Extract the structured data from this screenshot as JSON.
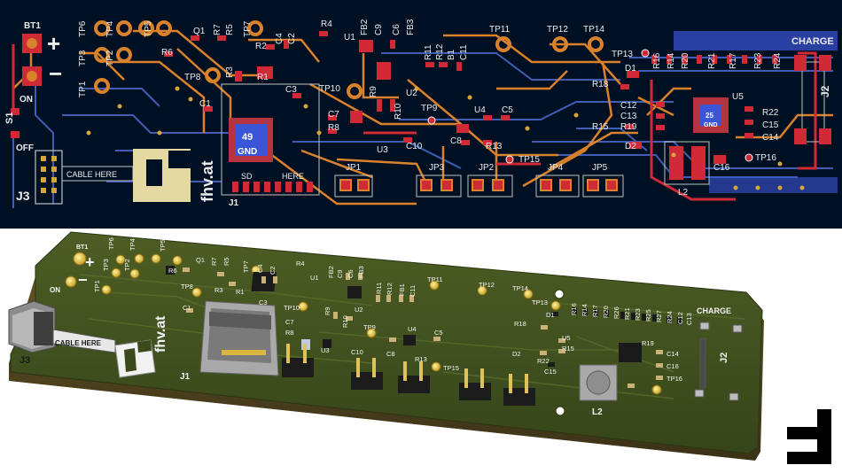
{
  "layout_view": {
    "silkscreen": {
      "battery": "BT1",
      "plus": "+",
      "minus": "−",
      "on": "ON",
      "off": "OFF",
      "switch": "S1",
      "connector": "J3",
      "cable_here": "CABLE HERE",
      "sd": "SD",
      "here": "HERE",
      "j1": "J1",
      "brand": "fhv.at",
      "mcu_num": "49",
      "mcu_gnd": "GND",
      "charge": "CHARGE",
      "j2": "J2",
      "u5_num": "25",
      "u5_gnd": "GND",
      "parts": [
        "TP6",
        "TP4",
        "TP5",
        "TP7",
        "Q1",
        "R7",
        "R5",
        "R4",
        "U1",
        "FB2",
        "C9",
        "C6",
        "FB3",
        "TP11",
        "TP12",
        "TP14",
        "TP13",
        "R16",
        "R14",
        "R20",
        "R21",
        "R17",
        "R23",
        "R24",
        "TP3",
        "TP2",
        "R6",
        "R2",
        "C4",
        "C2",
        "R11",
        "R12",
        "B1",
        "C11",
        "D1",
        "R18",
        "TP1",
        "TP8",
        "R3",
        "R1",
        "C3",
        "TP10",
        "R9",
        "U2",
        "C12",
        "C13",
        "R19",
        "R15",
        "D2",
        "U5",
        "R22",
        "C15",
        "C14",
        "TP9",
        "U4",
        "C5",
        "C7",
        "R8",
        "R10",
        "C1",
        "U3",
        "C10",
        "C8",
        "R13",
        "TP15",
        "TP16",
        "C16",
        "L2",
        "JP1",
        "JP3",
        "JP2",
        "JP4",
        "JP5"
      ]
    }
  },
  "render_view": {
    "silkscreen": {
      "battery": "BT1",
      "plus": "+",
      "minus": "−",
      "on": "ON",
      "connector": "J3",
      "cable_here": "CABLE HERE",
      "brand": "fhv.at",
      "j1": "J1",
      "charge": "CHARGE",
      "j2": "J2",
      "l2": "L2",
      "parts": [
        "TP6",
        "TP4",
        "TP5",
        "TP3",
        "TP2",
        "TP1",
        "R6",
        "Q1",
        "R7",
        "R5",
        "TP7",
        "C4",
        "C2",
        "R4",
        "TP8",
        "R3",
        "R1",
        "U1",
        "FB2",
        "C9",
        "C6",
        "FB3",
        "C3",
        "TP10",
        "R11",
        "R12",
        "FB1",
        "C11",
        "U2",
        "R9",
        "R10",
        "C1",
        "C7",
        "R8",
        "U3",
        "TP9",
        "C10",
        "C8",
        "U4",
        "C5",
        "R13",
        "TP15",
        "TP11",
        "TP12",
        "TP14",
        "TP13",
        "D1",
        "R18",
        "R16",
        "R14",
        "R17",
        "R20",
        "R26",
        "R21",
        "R23",
        "R25",
        "R27",
        "R24",
        "C12",
        "C13",
        "U5",
        "R15",
        "R19",
        "D2",
        "R22",
        "C15",
        "C14",
        "C16",
        "TP16"
      ]
    }
  }
}
